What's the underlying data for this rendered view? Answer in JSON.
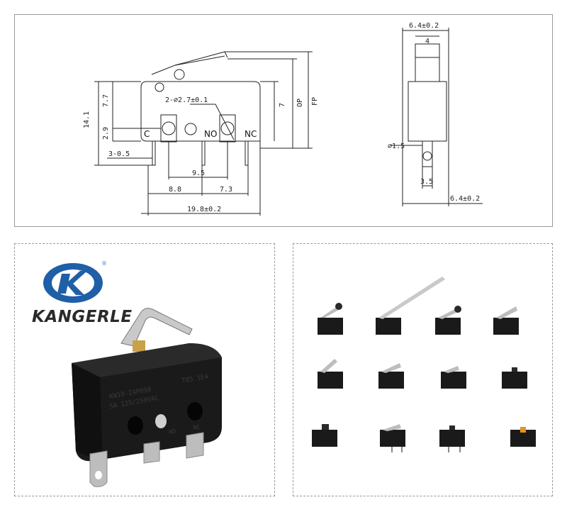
{
  "drawing": {
    "dims": {
      "height_14_1": "14.1",
      "height_7_7": "7.7",
      "height_2_9": "2.9",
      "pin_3_0_5": "3-0.5",
      "hole_2_2_7": "2-⌀2.7±0.1",
      "height_7": "7",
      "op": "OP",
      "fp": "FP",
      "pitch_9_5": "9.5",
      "pitch_8_8": "8.8",
      "pitch_7_3": "7.3",
      "length_19_8": "19.8±0.2",
      "width_top": "6.4±0.2",
      "width_4": "4",
      "hole_1_5": "⌀1.5",
      "width_3_5": "3.5",
      "width_bottom": "6.4±0.2"
    },
    "terminals": {
      "c": "C",
      "no": "NO",
      "nc": "NC"
    }
  },
  "brand": {
    "name": "KANGERLE",
    "registered": "®"
  },
  "switch_markings": [
    "KW10-Z4P050",
    "5A 125/250VAC",
    "T85 1E4",
    "NO",
    "NC"
  ],
  "variants": {
    "rows": 3,
    "columns": 4,
    "items": [
      "roller-lever-switch",
      "long-lever-switch",
      "roller-lever-switch-2",
      "hinge-lever-switch",
      "short-lever-switch",
      "lever-switch",
      "mini-lever-switch",
      "button-switch",
      "plunger-switch",
      "pcb-lever-switch",
      "pcb-button-switch",
      "orange-button-switch"
    ]
  },
  "colors": {
    "brand_blue": "#1f5fa8",
    "switch_body": "#1a1a1a",
    "metal": "#bdbdbd",
    "orange": "#e8921e"
  }
}
